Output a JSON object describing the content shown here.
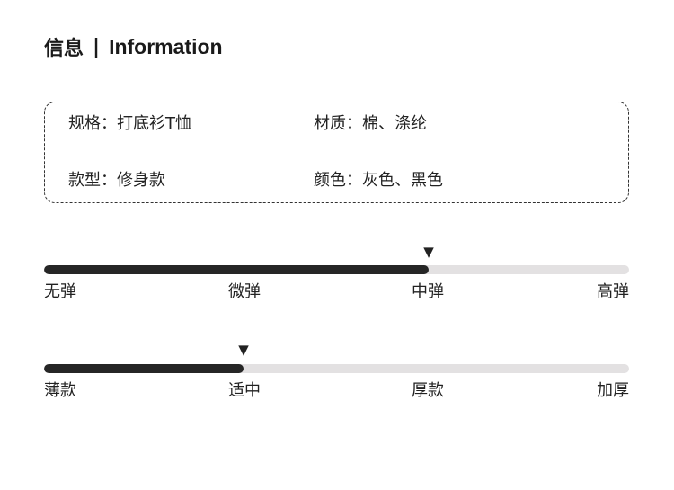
{
  "header": {
    "title_cn": "信息",
    "separator": "|",
    "title_en": "Information"
  },
  "specs": [
    {
      "text": "规格：打底衫T恤"
    },
    {
      "text": "材质：棉、涤纶"
    },
    {
      "text": "款型：修身款"
    },
    {
      "text": "颜色：灰色、黑色"
    }
  ],
  "elasticity": {
    "marker": "▼",
    "level": 0.657,
    "labels": [
      "无弹",
      "微弹",
      "中弹",
      "高弹"
    ]
  },
  "thickness": {
    "marker": "▼",
    "level": 0.341,
    "labels": [
      "薄款",
      "适中",
      "厚款",
      "加厚"
    ]
  },
  "colors": {
    "fill": "#262626",
    "track": "#e3e1e2",
    "border": "#333333"
  }
}
